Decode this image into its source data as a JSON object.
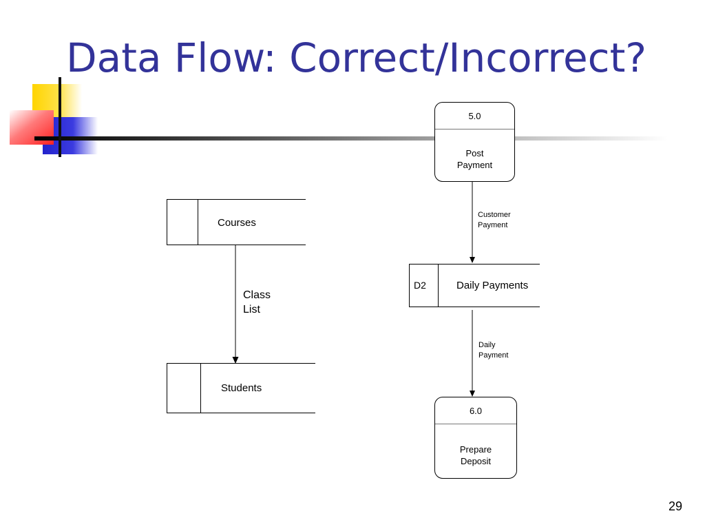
{
  "slide": {
    "title": "Data Flow: Correct/Incorrect?",
    "page_number": "29",
    "accent_color": "#333399"
  },
  "diagram": {
    "data_stores": [
      {
        "id": "",
        "name": "Courses"
      },
      {
        "id": "",
        "name": "Students"
      },
      {
        "id": "D2",
        "name": "Daily Payments"
      }
    ],
    "processes": [
      {
        "id": "5.0",
        "name": "Post\nPayment"
      },
      {
        "id": "6.0",
        "name": "Prepare\nDeposit"
      }
    ],
    "flows": [
      {
        "label": "Class\nList",
        "from": "Courses",
        "to": "Students"
      },
      {
        "label": "Customer\nPayment",
        "from": "Post\nPayment",
        "to": "Daily Payments"
      },
      {
        "label": "Daily\nPayment",
        "from": "Daily Payments",
        "to": "Prepare\nDeposit"
      }
    ]
  }
}
